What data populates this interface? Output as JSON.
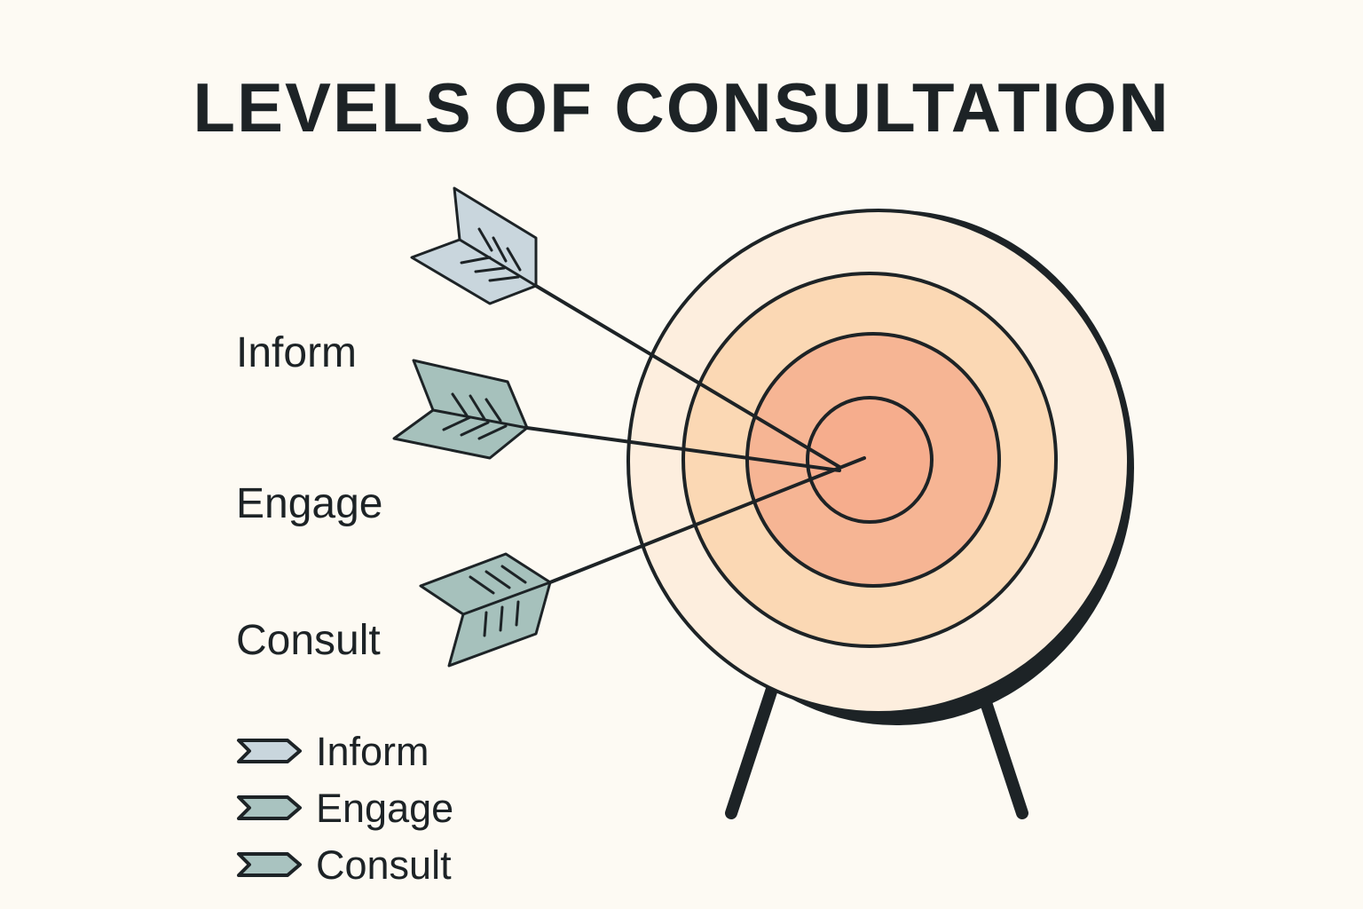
{
  "title": "LEVELS OF CONSULTATION",
  "labels": {
    "inform": "Inform",
    "engage": "Engage",
    "consult": "Consult"
  },
  "legend": [
    {
      "label": "Inform",
      "color": "#c9d6dd"
    },
    {
      "label": "Engage",
      "color": "#a9c3c0"
    },
    {
      "label": "Consult",
      "color": "#a9c3c0"
    }
  ],
  "colors": {
    "background": "#fdfaf3",
    "ring_outer": "#fdeede",
    "ring_middle": "#fbd6b0",
    "ring_inner": "#f7b896",
    "bullseye": "#f6ad8d",
    "stroke": "#1d2326",
    "arrow_inform": "#c9d6dd",
    "arrow_engage": "#a6c1bc",
    "arrow_consult": "#a6c1bc"
  }
}
